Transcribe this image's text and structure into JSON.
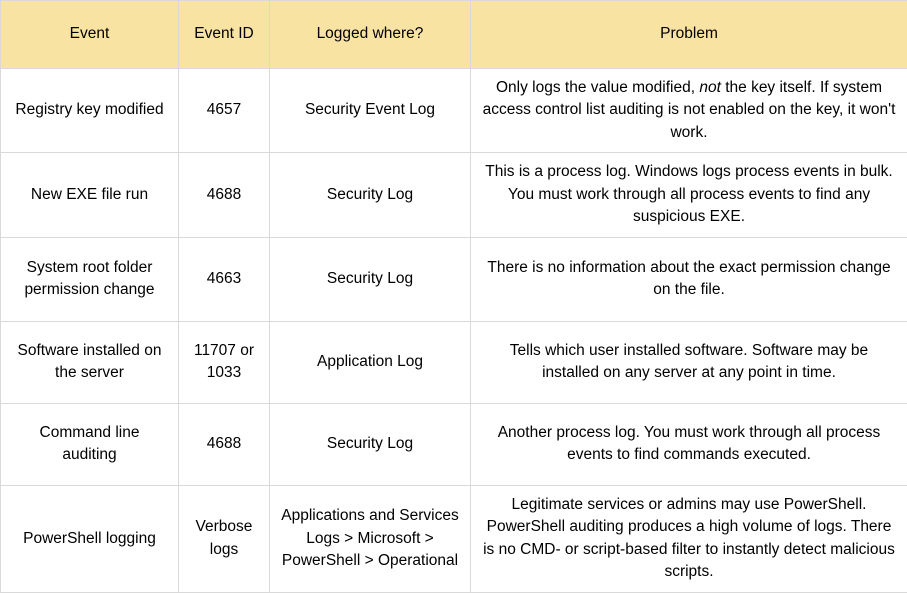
{
  "table": {
    "headers": {
      "event": "Event",
      "event_id": "Event ID",
      "logged_where": "Logged where?",
      "problem": "Problem"
    },
    "header_bg": "#f9e3a2",
    "border_color": "#d9d9d9",
    "rows": [
      {
        "event": "Registry key modified",
        "event_id": "4657",
        "logged_where": "Security Event Log",
        "problem_pre": "Only logs the value modified, ",
        "problem_em": "not",
        "problem_post": " the key itself. If system access control list auditing is not enabled on the key, it won't work.",
        "problem": "Only logs the value modified, not the key itself. If system access control list auditing is not enabled on the key, it won't work."
      },
      {
        "event": "New EXE file run",
        "event_id": "4688",
        "logged_where": "Security Log",
        "problem": "This is a process log. Windows logs process events in bulk. You must work through all process events to find any suspicious EXE."
      },
      {
        "event": "System root folder permission change",
        "event_id": "4663",
        "logged_where": "Security Log",
        "problem": "There is no information about the exact permission change on the file."
      },
      {
        "event": "Software installed on the server",
        "event_id": "11707 or 1033",
        "logged_where": "Application Log",
        "problem": "Tells which user installed software. Software may be installed on any server at any point in time."
      },
      {
        "event": "Command line auditing",
        "event_id": "4688",
        "logged_where": "Security Log",
        "problem": "Another process log. You must work through all process events to find commands executed."
      },
      {
        "event": "PowerShell logging",
        "event_id": "Verbose logs",
        "logged_where": "Applications and Services Logs > Microsoft > PowerShell > Operational",
        "problem": "Legitimate services or admins may use PowerShell. PowerShell auditing produces a high volume of logs. There is no CMD- or script-based filter to instantly detect malicious scripts."
      }
    ]
  }
}
